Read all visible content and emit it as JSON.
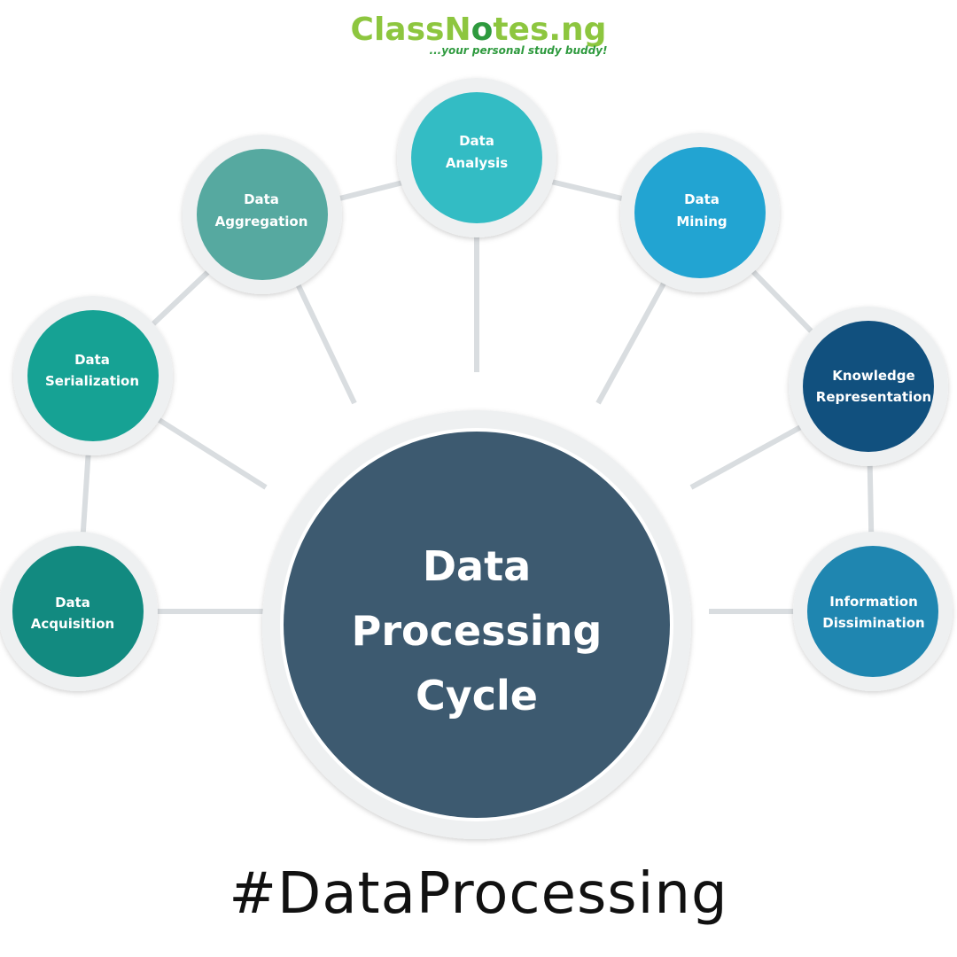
{
  "brand": {
    "name_prefix": "ClassN",
    "name_o": "o",
    "name_suffix": "tes.ng",
    "tagline": "...your personal study buddy!"
  },
  "center": {
    "line1": "Data",
    "line2": "Processing",
    "line3": "Cycle",
    "color": "#3d5a70"
  },
  "nodes": {
    "acquisition": {
      "line1": "Data",
      "line2": "Acquisition",
      "color": "#128a80"
    },
    "serialization": {
      "line1": "Data",
      "line2": "Serialization",
      "color": "#16a294"
    },
    "aggregation": {
      "line1": "Data",
      "line2": "Aggregation",
      "color": "#56a9a0"
    },
    "analysis": {
      "line1": "Data",
      "line2": "Analysis",
      "color": "#33bcc4"
    },
    "mining": {
      "line1": "Data",
      "line2": "Mining",
      "color": "#22a4d2"
    },
    "knowledge": {
      "line1": "Knowledge",
      "line2": "Representation",
      "color": "#11507e"
    },
    "information": {
      "line1": "Information",
      "line2": "Dissimination",
      "color": "#1f86b0"
    }
  },
  "hashtag": "#DataProcessing"
}
